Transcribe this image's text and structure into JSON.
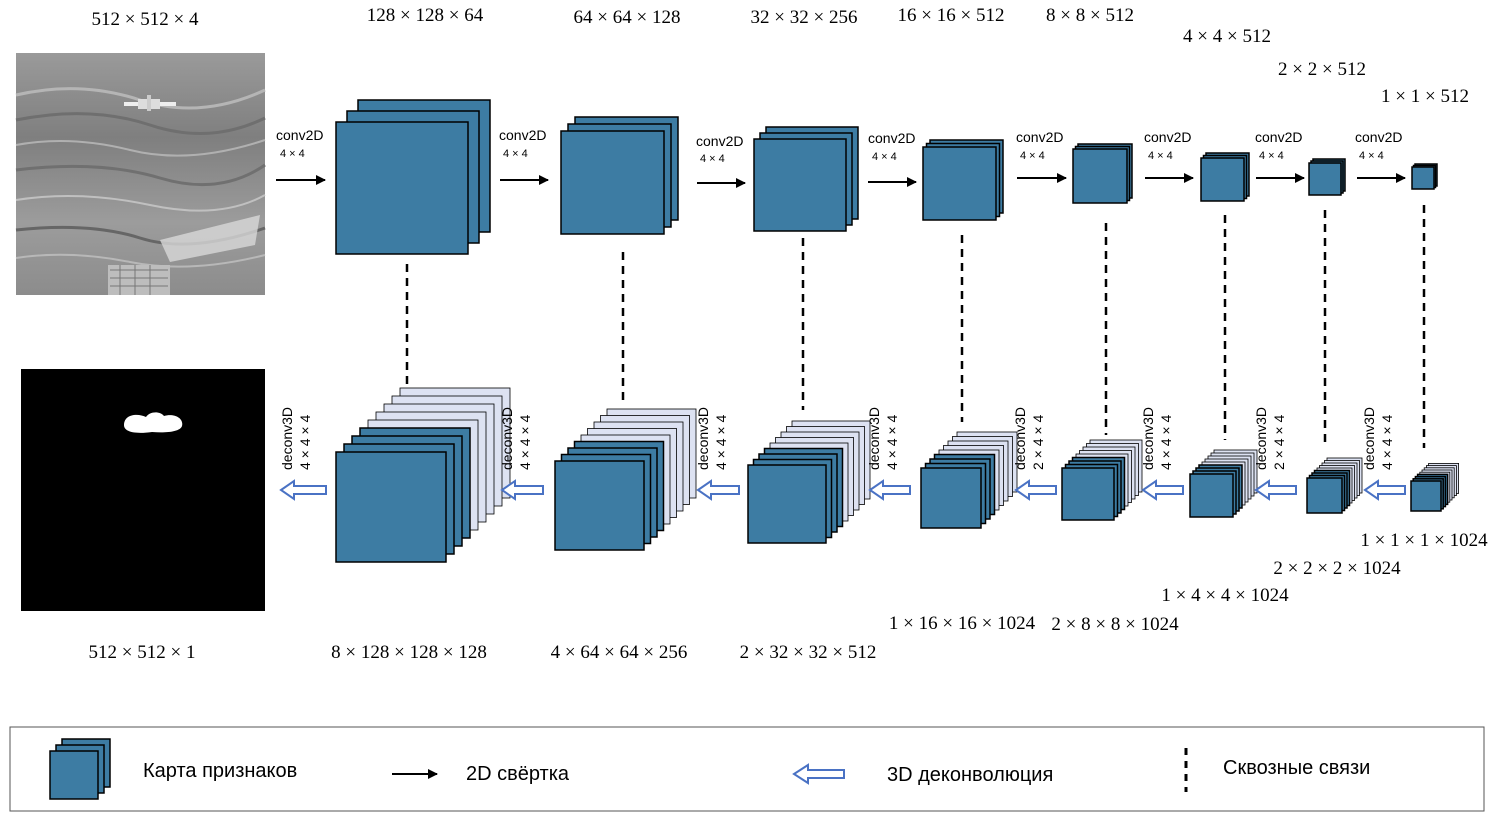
{
  "encoder": {
    "input_dim": "512 × 512 × 4",
    "dims": [
      "128 × 128 × 64",
      "64 × 64 × 128",
      "32 × 32 × 256",
      "16 × 16 × 512",
      "8 × 8 × 512",
      "4 × 4 × 512",
      "2 × 2 × 512",
      "1 × 1 × 512"
    ],
    "op_label": "conv2D",
    "kernel": "4 × 4"
  },
  "decoder": {
    "output_dim": "512 × 512 × 1",
    "dims": [
      "8 × 128 × 128 × 128",
      "4 × 64 × 64 × 256",
      "2 × 32 × 32 × 512",
      "1 × 16 × 16 × 1024",
      "2 × 8 × 8 × 1024",
      "1 × 4 × 4 × 1024",
      "2 × 2 × 2 × 1024",
      "1 × 1 × 1 × 1024"
    ],
    "op_label": "deconv3D",
    "kernels": [
      "4 × 4 × 4",
      "4 × 4 × 4",
      "4 × 4 × 4",
      "4 × 4 × 4",
      "2 × 4 × 4",
      "4 × 4 × 4",
      "2 × 4 × 4",
      "4 × 4 × 4"
    ]
  },
  "legend": {
    "feature_map": "Карта признаков",
    "conv2d": "2D свёртка",
    "deconv3d": "3D деконволюция",
    "skip": "Сквозные связи"
  },
  "colors": {
    "feature_map": "#3d7ca3",
    "decoder_light": "#dde2f2",
    "deconv_arrow": "#4a72c4",
    "input_photo": "#8a8a8a",
    "mask_background": "#000000"
  }
}
